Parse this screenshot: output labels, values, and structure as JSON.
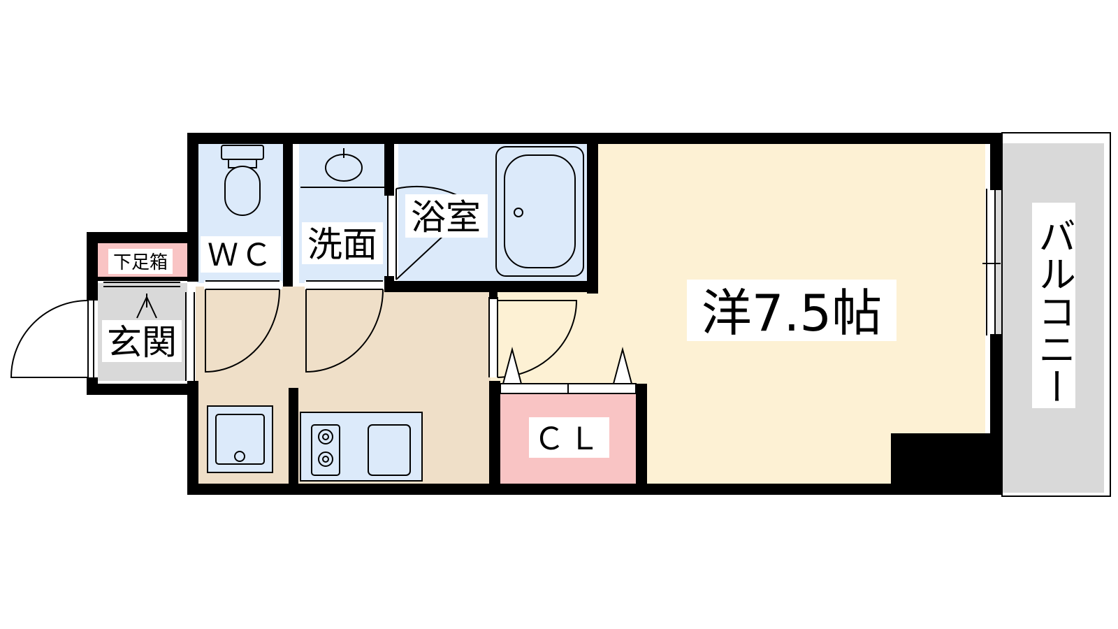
{
  "colors": {
    "wall": "#000000",
    "background": "#ffffff",
    "water_room": "#dceafa",
    "kitchen_floor": "#efdfc8",
    "western_room": "#fdf1d4",
    "closet": "#f9c4c4",
    "shoe_box": "#f9c4c4",
    "entrance_floor": "#d9d9d9",
    "balcony": "#d9d9d9",
    "label_background": "#ffffff"
  },
  "rooms": {
    "wc": {
      "label": "ＷＣ"
    },
    "washroom": {
      "label": "洗面"
    },
    "bathroom": {
      "label": "浴室"
    },
    "western_room": {
      "label": "洋7.5帖"
    },
    "closet": {
      "label": "ＣＬ"
    },
    "entrance": {
      "label": "玄関"
    },
    "shoe_box": {
      "label": "下足箱"
    },
    "balcony": {
      "label": "バルコニー"
    }
  },
  "fixtures": [
    "toilet-icon",
    "wash-basin-icon",
    "bathtub-icon",
    "two-burner-stove-icon",
    "kitchen-sink-icon",
    "washing-machine-pan-icon"
  ]
}
